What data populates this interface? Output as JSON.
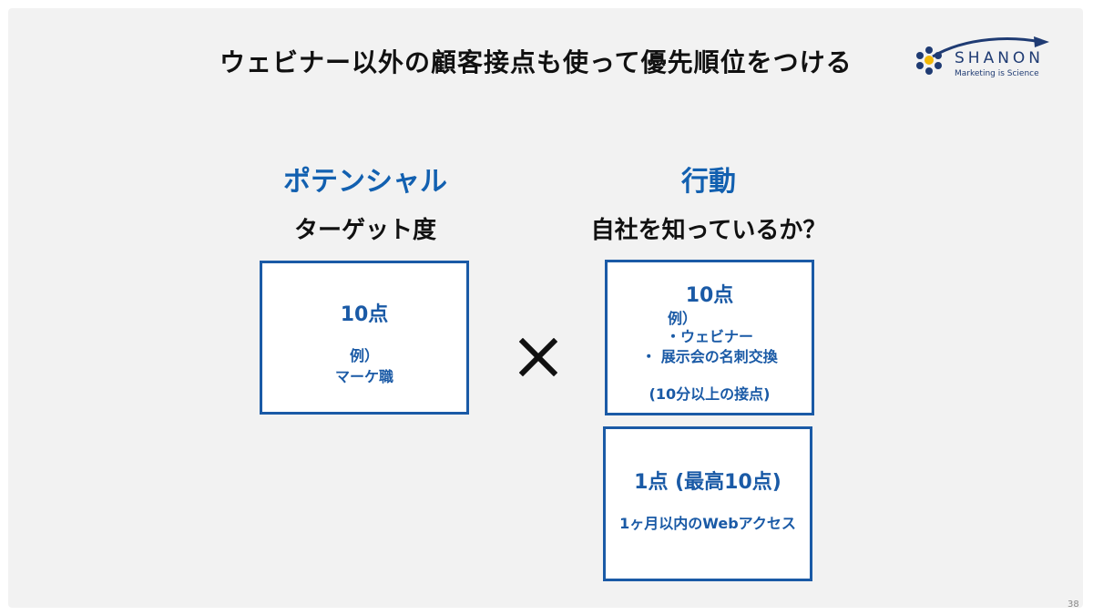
{
  "slide": {
    "title": "ウェビナー以外の顧客接点も使って優先順位をつける",
    "page_number": "38"
  },
  "logo": {
    "name": "SHANON",
    "tagline": "Marketing is Science"
  },
  "left": {
    "heading": "ポテンシャル",
    "subheading": "ターゲット度",
    "box": {
      "score": "10点",
      "example_label": "例）",
      "example": "マーケ職"
    }
  },
  "operator": {
    "symbol_icon": "multiply-icon"
  },
  "right": {
    "heading": "行動",
    "subheading": "自社を知っているか？",
    "box1": {
      "score": "10点",
      "example_label": "例）",
      "item1": "・ウェビナー",
      "item2": "・ 展示会の名刺交換",
      "note": "(10分以上の接点)"
    },
    "box2": {
      "score": "1点 (最高10点)",
      "text": "1ヶ月以内のWebアクセス"
    }
  },
  "colors": {
    "accent": "#1a5aa6",
    "heading_blue": "#1260b0",
    "background": "#f2f2f2"
  }
}
